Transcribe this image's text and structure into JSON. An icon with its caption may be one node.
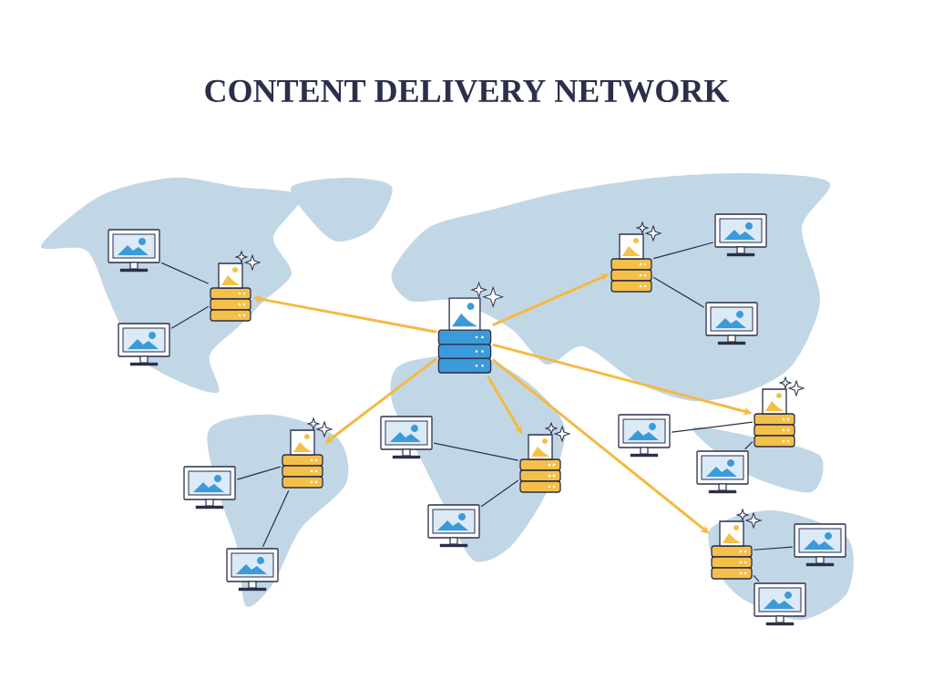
{
  "diagram": {
    "title": "CONTENT DELIVERY NETWORK",
    "nodes": [
      {
        "text": [],
        "shape": "cylinder"
      },
      {
        "text": [],
        "shape": "cylinder"
      },
      {
        "text": [],
        "shape": "cylinder"
      },
      {
        "text": [],
        "shape": "cylinder"
      },
      {
        "text": [],
        "shape": "cylinder"
      },
      {
        "text": [],
        "shape": "cylinder"
      },
      {
        "text": [],
        "shape": "cylinder"
      },
      {
        "text": [],
        "shape": "monitor"
      },
      {
        "text": [],
        "shape": "monitor"
      },
      {
        "text": [],
        "shape": "monitor"
      },
      {
        "text": [],
        "shape": "monitor"
      },
      {
        "text": [],
        "shape": "monitor"
      },
      {
        "text": [],
        "shape": "monitor"
      },
      {
        "text": [],
        "shape": "monitor"
      },
      {
        "text": [],
        "shape": "monitor"
      },
      {
        "text": [],
        "shape": "monitor"
      },
      {
        "text": [],
        "shape": "monitor"
      },
      {
        "text": [],
        "shape": "monitor"
      },
      {
        "text": [],
        "shape": "monitor"
      }
    ],
    "edges": [
      {
        "from": 0,
        "to": 1,
        "arrow": "to",
        "style": "thick",
        "color": "#f5b942"
      },
      {
        "from": 0,
        "to": 2,
        "arrow": "to",
        "style": "thick",
        "color": "#f5b942"
      },
      {
        "from": 0,
        "to": 3,
        "arrow": "to",
        "style": "thick",
        "color": "#f5b942"
      },
      {
        "from": 0,
        "to": 4,
        "arrow": "to",
        "style": "thick",
        "color": "#f5b942"
      },
      {
        "from": 0,
        "to": 5,
        "arrow": "to",
        "style": "thick",
        "color": "#f5b942"
      },
      {
        "from": 0,
        "to": 6,
        "arrow": "to",
        "style": "thick",
        "color": "#f5b942"
      },
      {
        "from": 1,
        "to": 7,
        "arrow": "none"
      },
      {
        "from": 1,
        "to": 8,
        "arrow": "none"
      },
      {
        "from": 2,
        "to": 9,
        "arrow": "none"
      },
      {
        "from": 2,
        "to": 10,
        "arrow": "none"
      },
      {
        "from": 3,
        "to": 11,
        "arrow": "none"
      },
      {
        "from": 3,
        "to": 12,
        "arrow": "none"
      },
      {
        "from": 4,
        "to": 13,
        "arrow": "none"
      },
      {
        "from": 4,
        "to": 14,
        "arrow": "none"
      },
      {
        "from": 5,
        "to": 15,
        "arrow": "none"
      },
      {
        "from": 5,
        "to": 16,
        "arrow": "none"
      },
      {
        "from": 6,
        "to": 17,
        "arrow": "none"
      },
      {
        "from": 6,
        "to": 18,
        "arrow": "none"
      }
    ]
  }
}
